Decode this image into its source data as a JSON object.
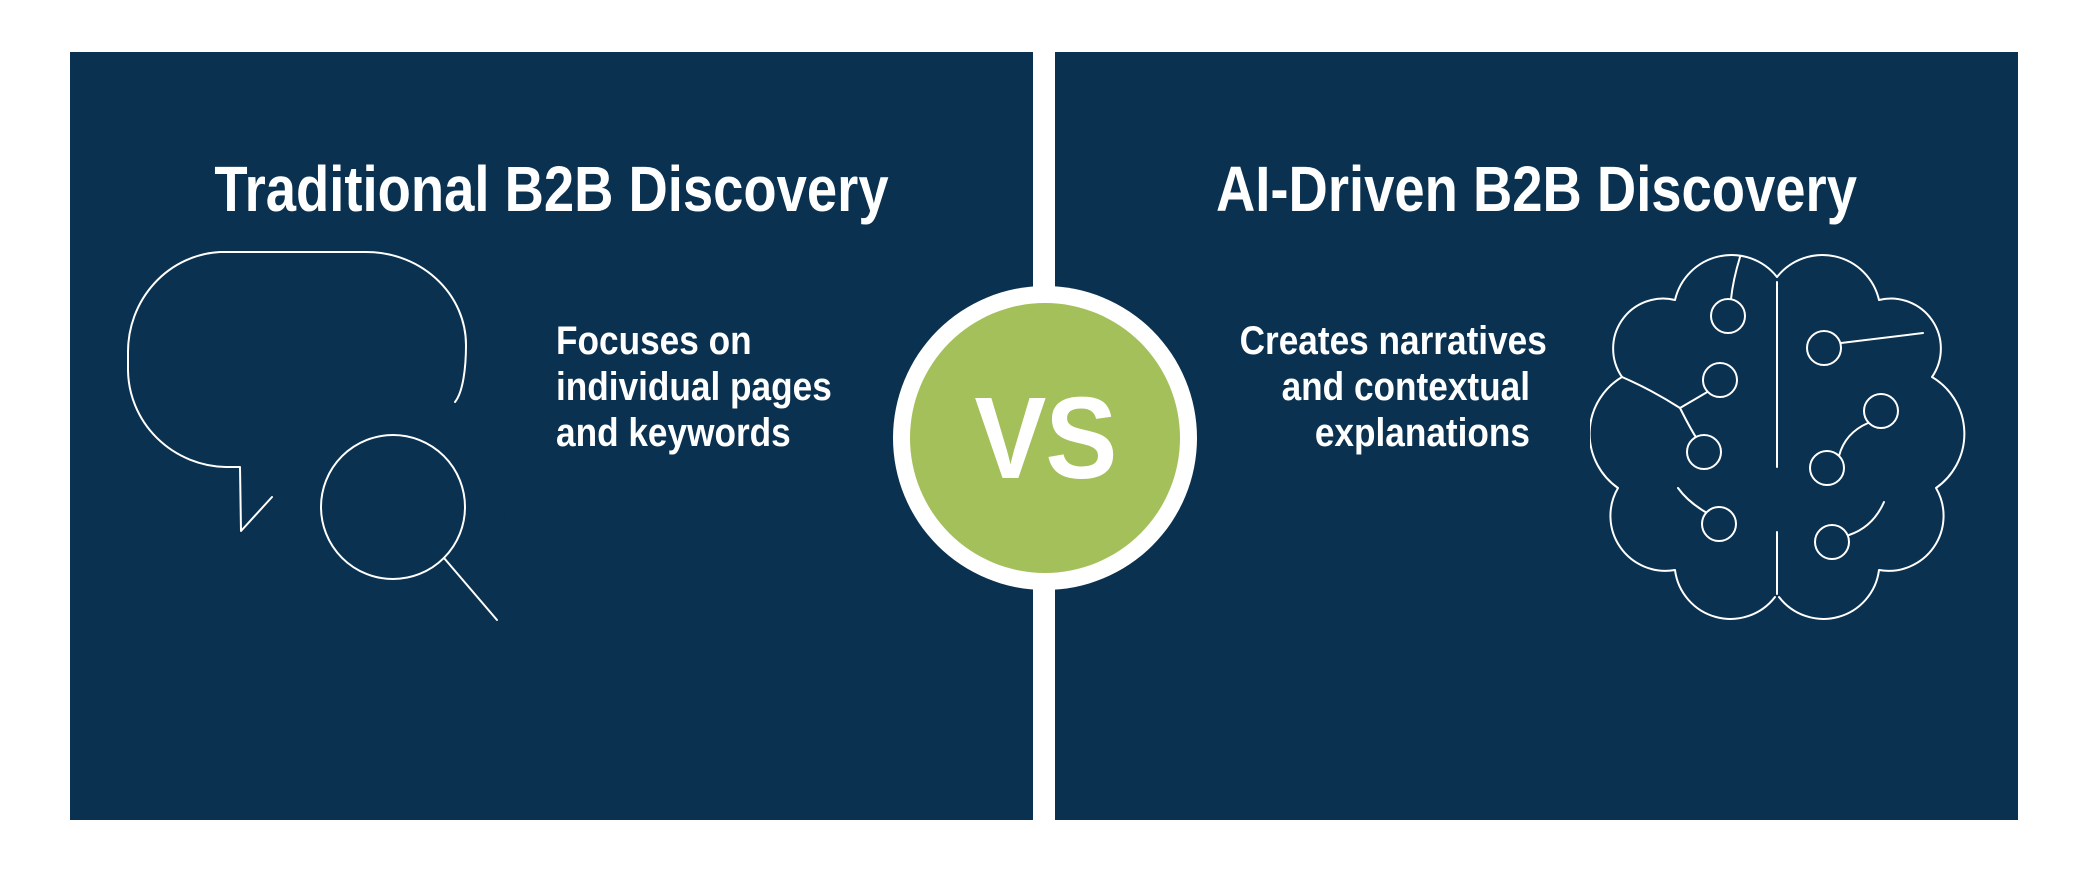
{
  "colors": {
    "page_bg": "#ffffff",
    "panel_navy": "#0a314f",
    "accent_green": "#a4c05a",
    "text_white": "#ffffff"
  },
  "left_panel": {
    "title": "Traditional B2B Discovery",
    "icon": "speech-bubble-magnifier-icon",
    "description": {
      "line1": "Focuses on",
      "line2": "individual pages",
      "line3": "and keywords"
    }
  },
  "right_panel": {
    "title": "AI-Driven B2B Discovery",
    "icon": "brain-circuit-icon",
    "description": {
      "line1": "Creates narratives",
      "line2": "and contextual",
      "line3": "explanations"
    }
  },
  "vs_badge": {
    "label": "VS"
  }
}
